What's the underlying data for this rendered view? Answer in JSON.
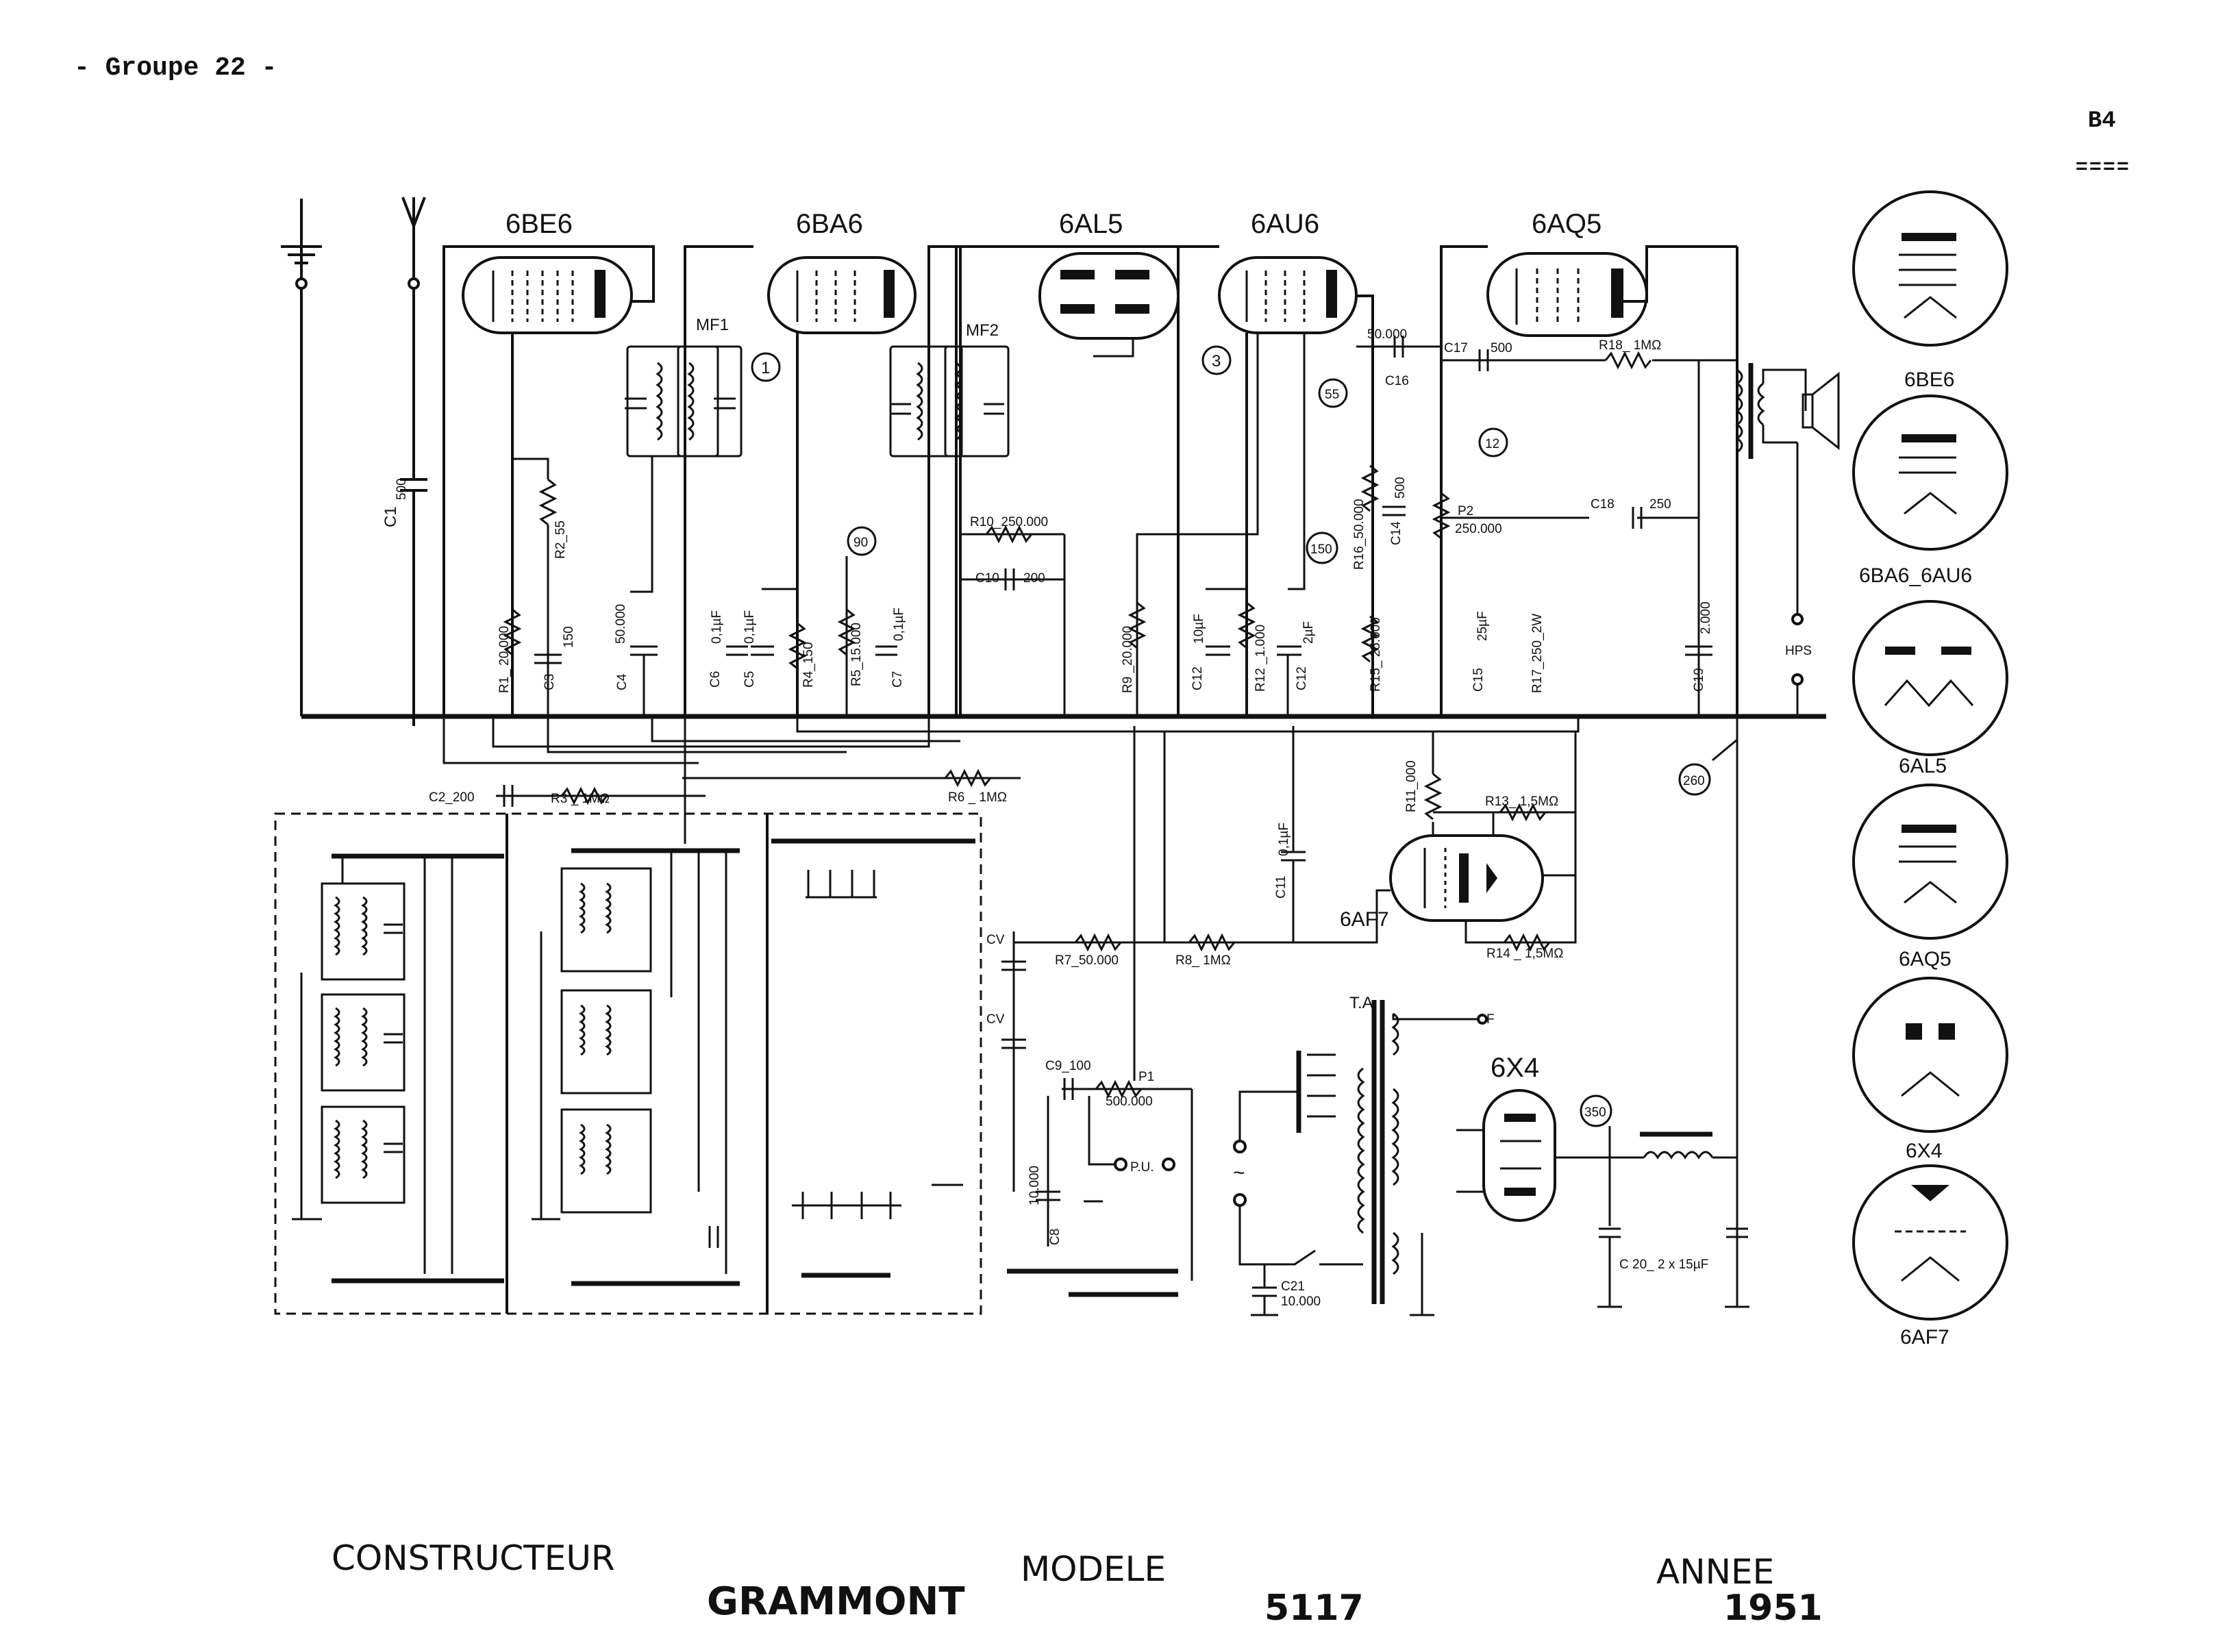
{
  "header": {
    "group": "- Groupe 22 -",
    "page_code": "B4",
    "page_code_rule": "===="
  },
  "tubes": {
    "v1": "6BE6",
    "v2": "6BA6",
    "v3": "6AL5",
    "v4": "6AU6",
    "v5": "6AQ5",
    "v6": "6AF7",
    "v7": "6X4"
  },
  "sockets": [
    "6BE6",
    "6BA6_6AU6",
    "6AL5",
    "6AQ5",
    "6X4",
    "6AF7"
  ],
  "transformers": {
    "if1": "MF1",
    "if2": "MF2",
    "mains": "T.A."
  },
  "components": {
    "c1": "C1",
    "c1_val": "500",
    "c2": "C2_200",
    "c3": "C3",
    "c3_val": "150",
    "c4": "C4",
    "c4_val": "50.000",
    "c5": "C5",
    "c5_val": "0,1µF",
    "c6": "C6",
    "c6_val": "0,1µF",
    "c7": "C7",
    "c7_val": "0,1µF",
    "c8": "C8",
    "c8_val": "10.000",
    "c9": "C9_100",
    "c10": "C10",
    "c10_val": "200",
    "c11": "C11",
    "c11_val": "0,1µF",
    "c12a": "C12",
    "c12a_val": "10µF",
    "c12b": "C12",
    "c12b_val": "2µF",
    "c14": "C14",
    "c14_val": "500",
    "c15": "C15",
    "c15_val": "25µF",
    "c16": "C16",
    "c16_val": "50.000",
    "c17": "C17",
    "c17_val": "500",
    "c18": "C18",
    "c18_val": "250",
    "c19": "C19",
    "c19_val": "2.000",
    "c20": "C 20_ 2 x 15µF",
    "c21": "C21",
    "c21_val": "10.000",
    "r1": "R1_ 20.000",
    "r2": "R2_55",
    "r3": "R3 _ 1MΩ",
    "r4": "R4_150",
    "r5": "R5_15.000",
    "r6": "R6 _ 1MΩ",
    "r7": "R7_50.000",
    "r8": "R8_ 1MΩ",
    "r9": "R9 _20.000",
    "r10": "R10_250.000",
    "r11": "R11_000",
    "r12": "R12 _1.000",
    "r13": "R13_ 1,5MΩ",
    "r14": "R14 _ 1,5MΩ",
    "r15": "R15_ 25.000",
    "r16": "R16_50.000",
    "r17": "R17_250_2W",
    "r18": "R18_ 1MΩ",
    "p1": "P1",
    "p1_val": "500.000",
    "p2": "P2",
    "p2_val": "250.000",
    "cv": "CV",
    "pu": "P.U.",
    "hps": "HPS",
    "fuse": "F",
    "mains_symbol": "~"
  },
  "voltages": [
    "1",
    "3",
    "12",
    "55",
    "90",
    "150",
    "260",
    "350"
  ],
  "footer": {
    "constructeur_label": "CONSTRUCTEUR",
    "constructeur": "GRAMMONT",
    "modele_label": "MODELE",
    "modele": "5117",
    "annee_label": "ANNEE",
    "annee": "1951"
  }
}
